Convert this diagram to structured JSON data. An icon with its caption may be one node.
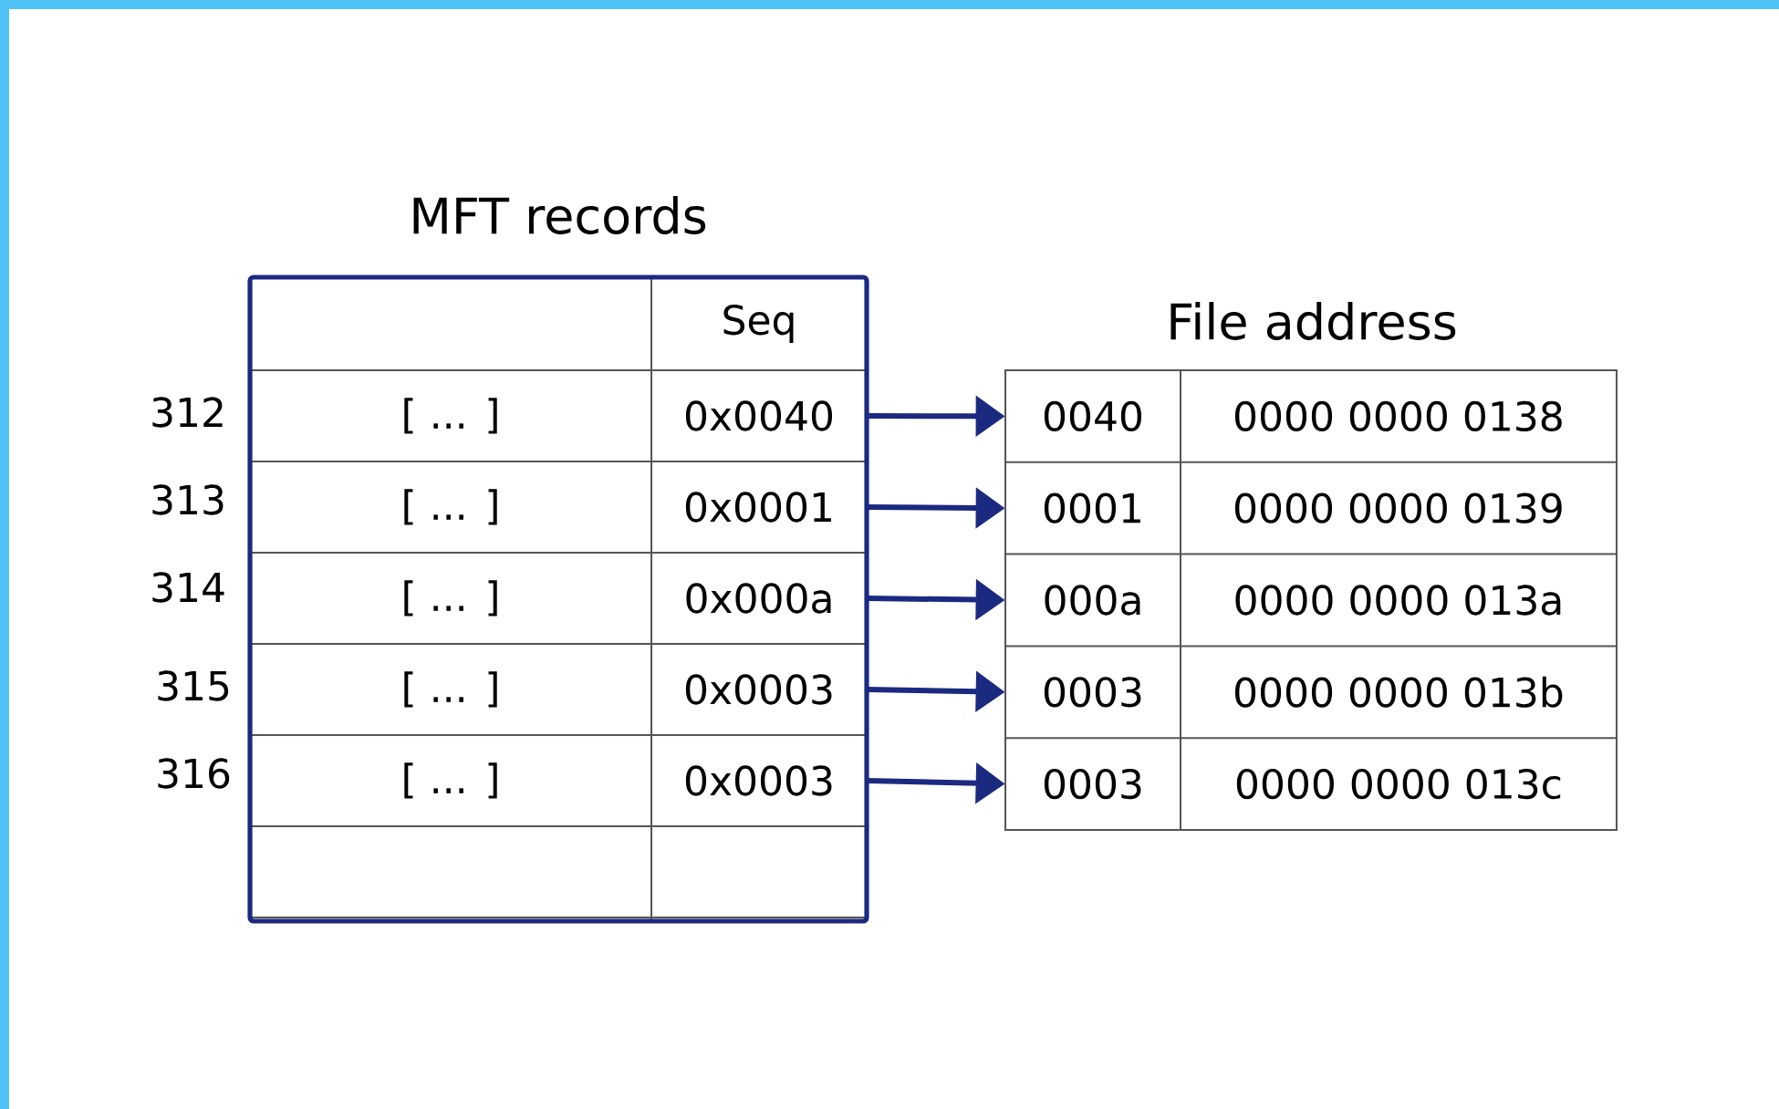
{
  "diagram": {
    "nodes": [
      {
        "text": [
          "MFT records"
        ]
      },
      {
        "text": [
          "Seq"
        ],
        "in": 0
      },
      {
        "text": [
          "[ ... ]"
        ],
        "in": 0
      },
      {
        "text": [
          "0x0040"
        ],
        "in": 0
      },
      {
        "text": [
          "[ ... ]"
        ],
        "in": 0
      },
      {
        "text": [
          "0x0001"
        ],
        "in": 0
      },
      {
        "text": [
          "[ ... ]"
        ],
        "in": 0
      },
      {
        "text": [
          "0x000a"
        ],
        "in": 0
      },
      {
        "text": [
          "[ ... ]"
        ],
        "in": 0
      },
      {
        "text": [
          "0x0003"
        ],
        "in": 0
      },
      {
        "text": [
          "[ ... ]"
        ],
        "in": 0
      },
      {
        "text": [
          "0x0003"
        ],
        "in": 0
      },
      {
        "text": [
          "File address"
        ]
      },
      {
        "text": [
          "0040"
        ],
        "in": 12
      },
      {
        "text": [
          "0000 0000 0138"
        ],
        "in": 12
      },
      {
        "text": [
          "0001"
        ],
        "in": 12
      },
      {
        "text": [
          "0000 0000 0139"
        ],
        "in": 12
      },
      {
        "text": [
          "000a"
        ],
        "in": 12
      },
      {
        "text": [
          "0000 0000 013a"
        ],
        "in": 12
      },
      {
        "text": [
          "0003"
        ],
        "in": 12
      },
      {
        "text": [
          "0000 0000 013b"
        ],
        "in": 12
      },
      {
        "text": [
          "0003"
        ],
        "in": 12
      },
      {
        "text": [
          "0000 0000 013c"
        ],
        "in": 12
      }
    ],
    "edges": [
      {
        "from": 3,
        "to": 13,
        "arrow": "to"
      },
      {
        "from": 5,
        "to": 15,
        "arrow": "to"
      },
      {
        "from": 7,
        "to": 17,
        "arrow": "to"
      },
      {
        "from": 9,
        "to": 19,
        "arrow": "to"
      },
      {
        "from": 11,
        "to": 21,
        "arrow": "to"
      }
    ],
    "labels": [
      "312",
      "313",
      "314",
      "315",
      "316"
    ]
  }
}
